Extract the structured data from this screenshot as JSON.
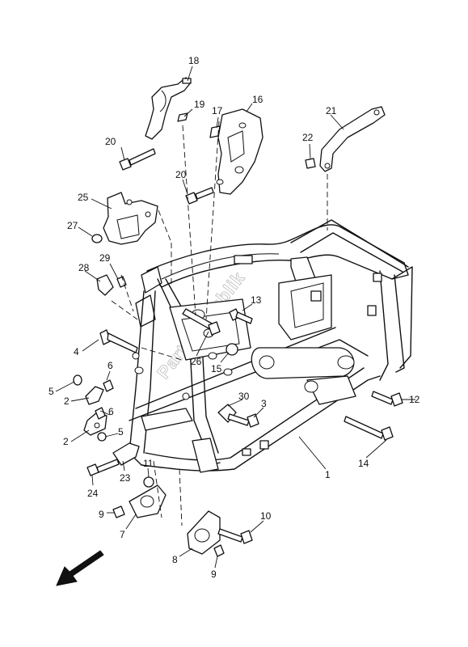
{
  "watermark": "PartsRepublik",
  "callouts": {
    "c1": "1",
    "c2a": "2",
    "c2b": "2",
    "c3": "3",
    "c4": "4",
    "c5a": "5",
    "c5b": "5",
    "c6a": "6",
    "c6b": "6",
    "c7": "7",
    "c8": "8",
    "c9a": "9",
    "c9b": "9",
    "c10": "10",
    "c11": "11",
    "c12": "12",
    "c13": "13",
    "c14": "14",
    "c15": "15",
    "c16": "16",
    "c17": "17",
    "c18": "18",
    "c19": "19",
    "c20a": "20",
    "c20b": "20",
    "c21": "21",
    "c22": "22",
    "c23": "23",
    "c24": "24",
    "c25": "25",
    "c26": "26",
    "c27": "27",
    "c28": "28",
    "c29": "29",
    "c30": "30"
  },
  "icons": {
    "front_arrow": "front-direction-arrow-icon"
  }
}
